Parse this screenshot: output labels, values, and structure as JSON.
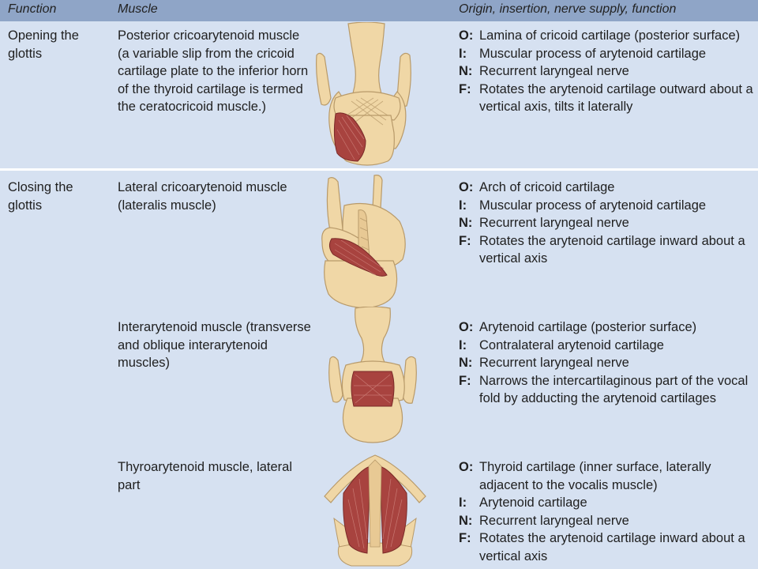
{
  "header": {
    "function": "Function",
    "muscle": "Muscle",
    "origin": "Origin, insertion, nerve supply, function"
  },
  "groups": [
    {
      "function": "Opening the glottis"
    },
    {
      "function": "Closing the glottis"
    }
  ],
  "rows": [
    {
      "muscle": "Posterior cricoarytenoid muscle (a variable slip from the cricoid cartilage plate to the inferior horn of the thyroid cartilage is termed the ceratocricoid muscle.)",
      "entries": [
        {
          "label": "O:",
          "text": "Lamina of cricoid cartilage (posterior surface)"
        },
        {
          "label": "I:",
          "text": "Muscular process of arytenoid cartilage"
        },
        {
          "label": "N:",
          "text": "Recurrent laryngeal nerve"
        },
        {
          "label": "F:",
          "text": "Rotates the arytenoid cartilage outward about a vertical axis, tilts it laterally"
        }
      ]
    },
    {
      "muscle": "Lateral cricoarytenoid muscle (lateralis muscle)",
      "entries": [
        {
          "label": "O:",
          "text": "Arch of cricoid cartilage"
        },
        {
          "label": "I:",
          "text": "Muscular process of arytenoid cartilage"
        },
        {
          "label": "N:",
          "text": "Recurrent laryngeal nerve"
        },
        {
          "label": "F:",
          "text": "Rotates the arytenoid cartilage inward about a vertical axis"
        }
      ]
    },
    {
      "muscle": "Interarytenoid muscle (transverse and oblique interarytenoid muscles)",
      "entries": [
        {
          "label": "O:",
          "text": "Arytenoid cartilage (posterior surface)"
        },
        {
          "label": "I:",
          "text": "Contralateral arytenoid cartilage"
        },
        {
          "label": "N:",
          "text": "Recurrent laryngeal nerve"
        },
        {
          "label": "F:",
          "text": "Narrows the intercartilaginous part of the vocal fold by adducting the arytenoid cartilages"
        }
      ]
    },
    {
      "muscle": "Thyroarytenoid muscle, lateral part",
      "entries": [
        {
          "label": "O:",
          "text": "Thyroid cartilage (inner surface, laterally adjacent to the vocalis muscle)"
        },
        {
          "label": "I:",
          "text": "Arytenoid cartilage"
        },
        {
          "label": "N:",
          "text": "Recurrent laryngeal nerve"
        },
        {
          "label": "F:",
          "text": "Rotates the arytenoid cartilage inward about a vertical axis"
        }
      ]
    }
  ],
  "colors": {
    "background": "#d6e1f1",
    "header": "#8fa5c7",
    "cartilage": "#f0d7a6",
    "muscle": "#a8433f"
  }
}
